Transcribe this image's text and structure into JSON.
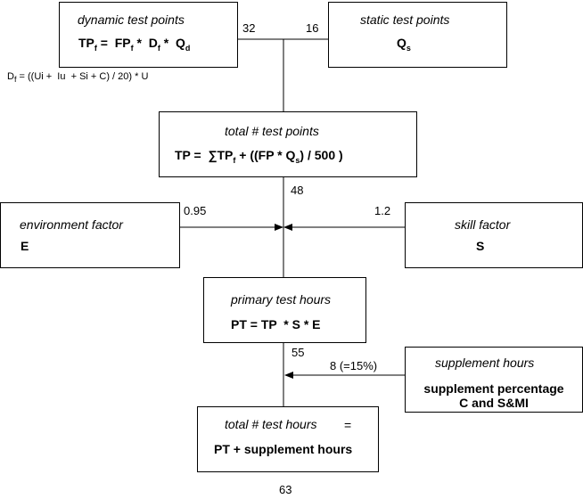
{
  "dynamic": {
    "title": "dynamic test points",
    "f": {
      "tp": "TP",
      "s1": "f",
      "eq": " =  FP",
      "s2": "f",
      "mid": " *  D",
      "s3": "f",
      "tail": " *  Q",
      "s4": "d"
    },
    "value": "32"
  },
  "static": {
    "title": "static test points",
    "f": {
      "q": "Q",
      "s": "s"
    },
    "value": "16"
  },
  "df_note": {
    "d": "D",
    "s": "f",
    "rest": " = ((Ui +  Iu  + Si + C) / 20) * U"
  },
  "total_points": {
    "title": "total # test points",
    "f": {
      "a": "TP =  ∑TP",
      "s1": "f",
      "b": " + ((FP * Q",
      "s2": "s",
      "c": ") / 500 )"
    },
    "value": "48"
  },
  "environment": {
    "title": "environment factor",
    "formula": "E",
    "value": "0.95"
  },
  "skill": {
    "title": "skill factor",
    "formula": "S",
    "value": "1.2"
  },
  "primary": {
    "title": "primary test hours",
    "formula": "PT = TP  * S * E",
    "value": "55"
  },
  "supplement": {
    "title": "supplement hours",
    "line1": "supplement percentage",
    "line2": "C and S&MI",
    "value": "8 (=15%)"
  },
  "total_hours": {
    "title": "total # test hours",
    "eq": "=",
    "formula": "PT + supplement hours",
    "value": "63"
  }
}
